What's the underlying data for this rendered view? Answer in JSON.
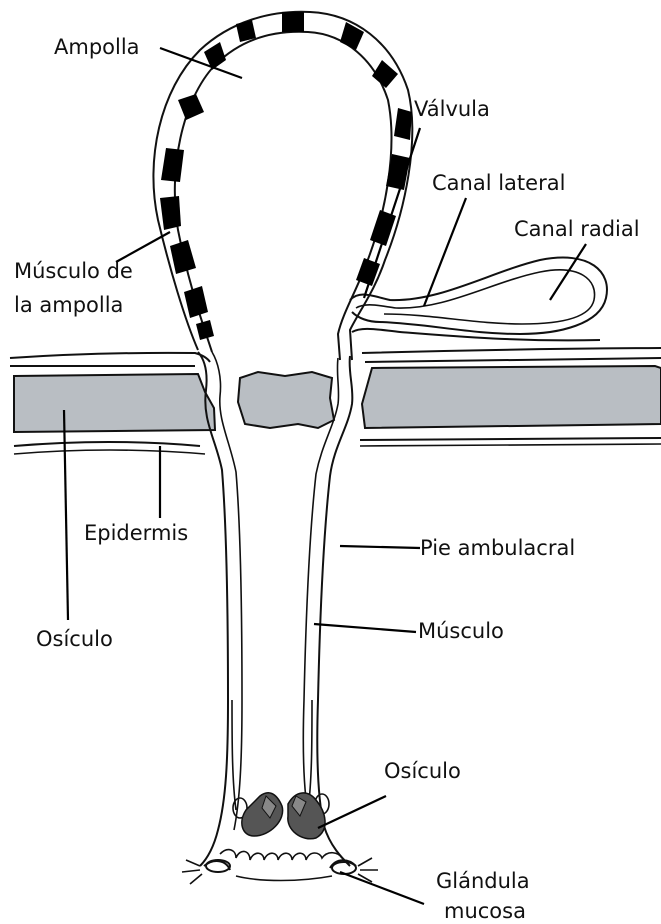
{
  "labels": {
    "ampolla": "Ampolla",
    "valvula": "Válvula",
    "canal_lateral": "Canal  lateral",
    "canal_radial": "Canal  radial",
    "musculo_ampolla_1": "Músculo de",
    "musculo_ampolla_2": "la ampolla",
    "epidermis": "Epidermis",
    "pie_ambulacral": "Pie  ambulacral",
    "osiculo_left": "Osículo",
    "musculo": "Músculo",
    "osiculo_bottom": "Osículo",
    "glandula_1": "Glándula",
    "glandula_2": "mucosa"
  },
  "colors": {
    "ossicle_fill": "#b9bec3",
    "ink": "#111111",
    "muscle_band": "#000000",
    "dark_ossicle": "#555555"
  }
}
